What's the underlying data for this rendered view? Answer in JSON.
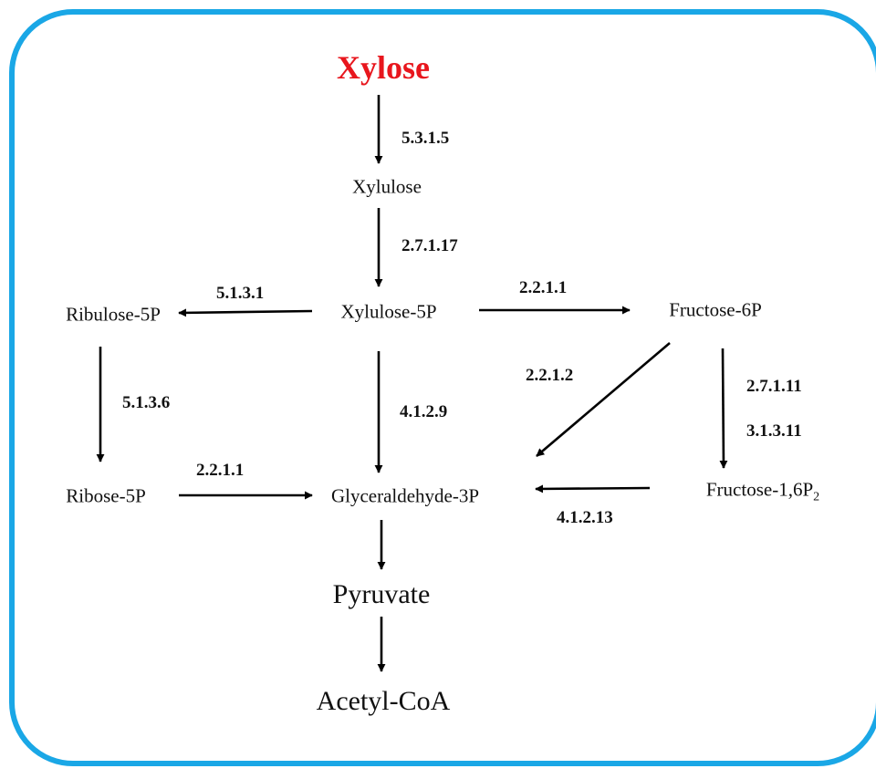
{
  "colors": {
    "frame": "#1aa7e6",
    "start_node": "#e8161d",
    "text": "#111111",
    "arrow": "#000000"
  },
  "nodes": {
    "xylose": "Xylose",
    "xylulose": "Xylulose",
    "xylulose_5p": "Xylulose-5P",
    "ribulose_5p": "Ribulose-5P",
    "fructose_6p": "Fructose-6P",
    "ribose_5p": "Ribose-5P",
    "glyceraldehyde_3p": "Glyceraldehyde-3P",
    "fructose_16p2_main": "Fructose-1,6P",
    "fructose_16p2_sub": "2",
    "pyruvate": "Pyruvate",
    "acetyl_coa": "Acetyl-CoA"
  },
  "enzymes": {
    "xylose_isomerase": "5.3.1.5",
    "xylulokinase": "2.7.1.17",
    "ribulose_epimerase": "5.1.3.1",
    "transketolase_top": "2.2.1.1",
    "ribose_isomerase": "5.1.3.6",
    "aldolase_xylulose": "4.1.2.9",
    "transaldolase": "2.2.1.2",
    "phosphofructokinase": "2.7.1.11",
    "fructose_bisphosphatase": "3.1.3.11",
    "transketolase_bottom": "2.2.1.1",
    "fructose_bisphosphate_aldolase": "4.1.2.13"
  }
}
